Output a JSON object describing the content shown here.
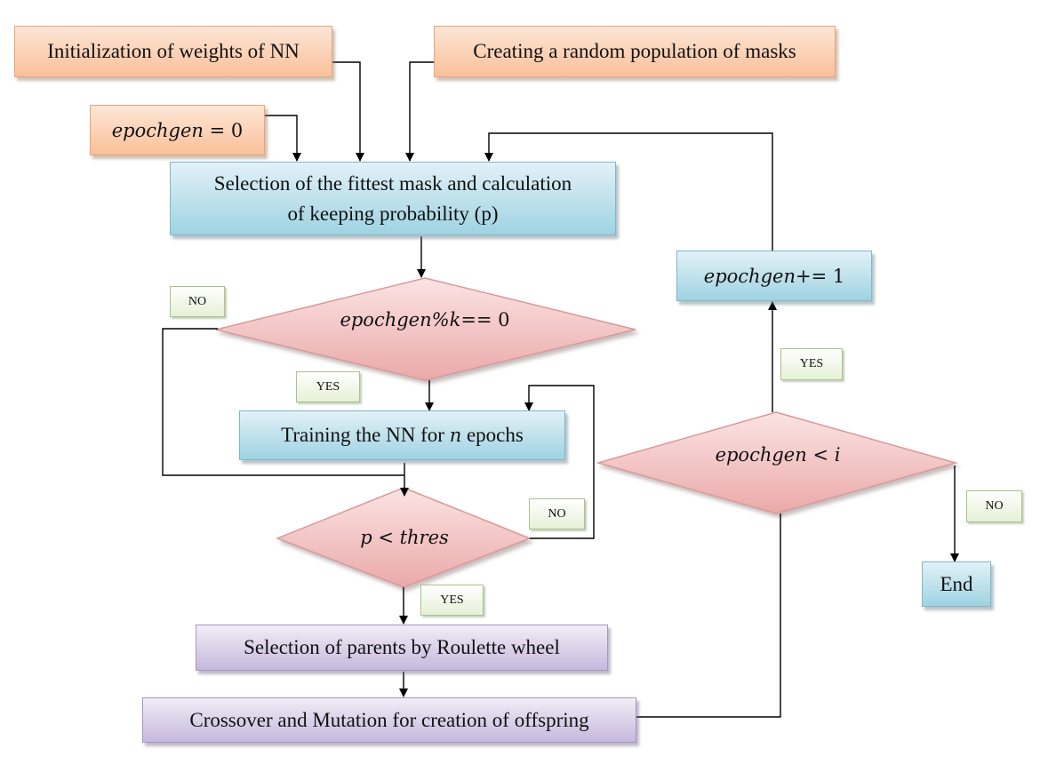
{
  "nodes": {
    "init_weights": "Initialization of weights of NN",
    "random_population": "Creating a random population of masks",
    "epochgen_zero": {
      "var": "epochgen",
      "op": " = 0"
    },
    "selection_fittest_line1": "Selection of the fittest mask and calculation",
    "selection_fittest_line2": "of keeping probability (p)",
    "check_mod": {
      "var": "epochgen%k",
      "op": " == 0"
    },
    "training": {
      "prefix": "Training the NN for ",
      "var": "n",
      "suffix": " epochs"
    },
    "check_thres": {
      "var": "p",
      "op": " < ",
      "var2": "thres"
    },
    "roulette": "Selection of parents by Roulette wheel",
    "crossover": "Crossover and Mutation for creation of offspring",
    "check_i": {
      "var": "epochgen",
      "op": " < ",
      "var2": "i"
    },
    "increment": {
      "var": "epochgen",
      "op": "+= 1"
    },
    "end": "End"
  },
  "labels": {
    "no_mod": "NO",
    "yes_mod": "YES",
    "no_thres": "NO",
    "yes_thres": "YES",
    "yes_i": "YES",
    "no_i": "NO"
  },
  "colors": {
    "start_fill": "#f9c09a",
    "process_fill": "#9fd3e2",
    "decision_fill": "#efb7b7",
    "ga_fill": "#c7b8dd",
    "tag_fill": "#e6f0d6"
  }
}
